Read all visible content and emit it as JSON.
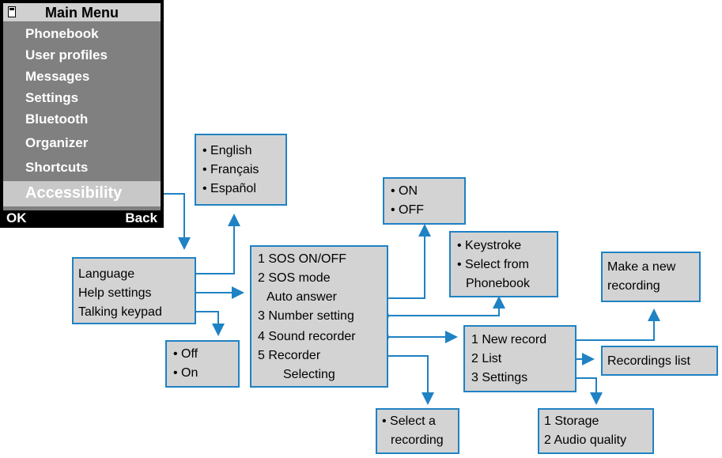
{
  "phone": {
    "title": "Main Menu",
    "menu_items": [
      "Phonebook",
      "User profiles",
      "Messages",
      "Settings",
      "Bluetooth",
      "Organizer",
      "Shortcuts"
    ],
    "selected_item": "Accessibility",
    "softkey_left": "OK",
    "softkey_right": "Back"
  },
  "boxes": {
    "language_options": [
      "• English",
      "• Français",
      "• Español"
    ],
    "accessibility_menu": [
      "Language",
      "Help settings",
      "Talking keypad"
    ],
    "talking_keypad_options": [
      "• Off",
      "• On"
    ],
    "help_settings_menu": [
      "1 SOS ON/OFF",
      "2 SOS mode",
      "Auto answer",
      "3 Number setting",
      "4 Sound recorder",
      "5 Recorder",
      "Selecting"
    ],
    "sos_options": [
      "• ON",
      "• OFF"
    ],
    "number_setting_options": [
      "• Keystroke",
      "• Select from",
      "Phonebook"
    ],
    "new_recording": [
      "Make a new",
      "recording"
    ],
    "sound_recorder_menu": [
      "1 New record",
      "2 List",
      "3 Settings"
    ],
    "recordings_list": [
      "Recordings list"
    ],
    "select_recording": [
      "• Select a",
      "recording"
    ],
    "recorder_settings": [
      "1 Storage",
      "2 Audio quality"
    ]
  },
  "colors": {
    "connector": "#1f82c3",
    "box_fill": "#d3d3d3",
    "phone_bg": "#000000",
    "phone_menu": "#808080",
    "phone_selected": "#c8c8c8"
  }
}
